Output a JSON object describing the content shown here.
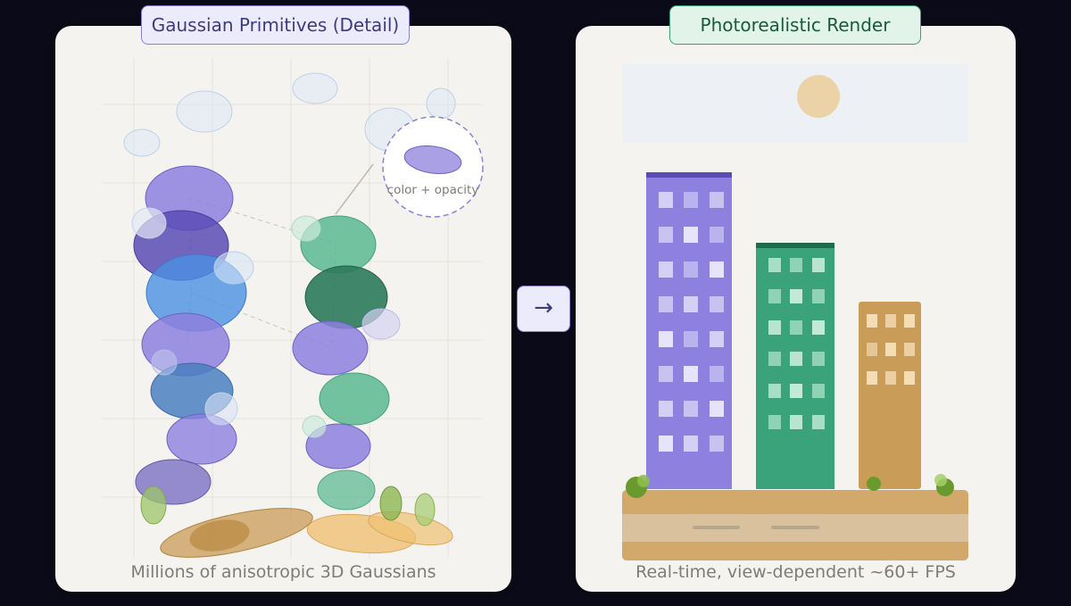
{
  "left_panel": {
    "title": "Gaussian Primitives (Detail)",
    "callout_label": "color + opacity",
    "caption": "Millions of anisotropic 3D Gaussians"
  },
  "arrow": {
    "symbol": "→"
  },
  "right_panel": {
    "title": "Photorealistic Render",
    "caption": "Real-time, view-dependent ~60+ FPS"
  },
  "colors": {
    "purple": "#8d80de",
    "dark_purple": "#5a4bb5",
    "blue": "#4a90e2",
    "green": "#3aa37c",
    "dark_green": "#2c7a5c",
    "tan": "#c99c57",
    "ground": "#d3a96b",
    "leaf": "#7aa83a"
  }
}
